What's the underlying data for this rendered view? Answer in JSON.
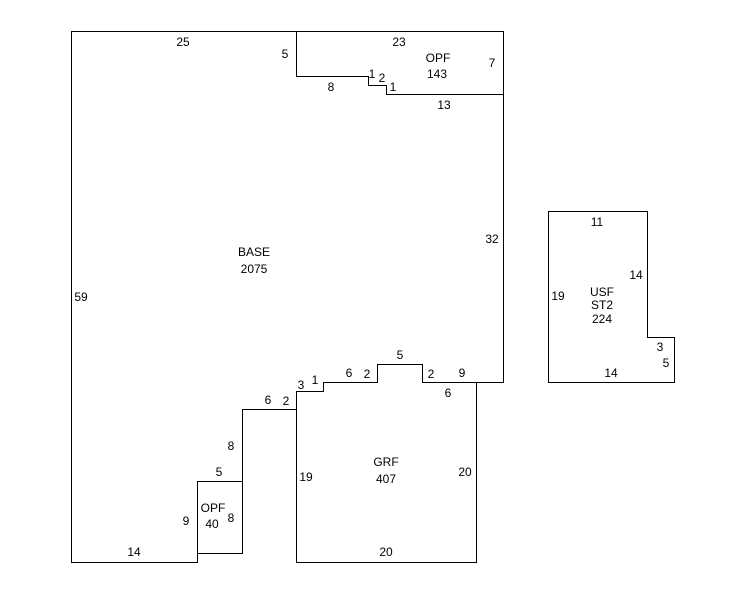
{
  "sketch": {
    "base": {
      "name": "BASE",
      "area": "2075",
      "dims": {
        "top": "25",
        "top_step": "5",
        "step_run": "8",
        "step_a": "1",
        "step_b": "2",
        "step_c": "1",
        "right": "32",
        "left": "59",
        "bottom": "14",
        "notch_a": "9",
        "notch_b": "5",
        "notch_c": "8",
        "notch_d": "6",
        "notch_e": "2",
        "notch_f": "3",
        "notch_g": "1",
        "notch_h": "6",
        "notch_i": "2",
        "notch_j": "5",
        "notch_k": "2",
        "notch_l": "9"
      }
    },
    "opf_top": {
      "name": "OPF",
      "area": "143",
      "dims": {
        "top": "23",
        "right": "7",
        "bottom": "13"
      }
    },
    "opf_small": {
      "name": "OPF",
      "area": "40",
      "dims": {
        "right": "8"
      }
    },
    "grf": {
      "name": "GRF",
      "area": "407",
      "dims": {
        "left": "19",
        "right": "20",
        "bottom": "20",
        "top_right": "6"
      }
    },
    "usf": {
      "name": "USF",
      "sub": "ST2",
      "area": "224",
      "dims": {
        "top": "11",
        "left": "19",
        "right": "14",
        "notch_v": "3",
        "notch_h": "5",
        "bottom": "14"
      }
    }
  }
}
